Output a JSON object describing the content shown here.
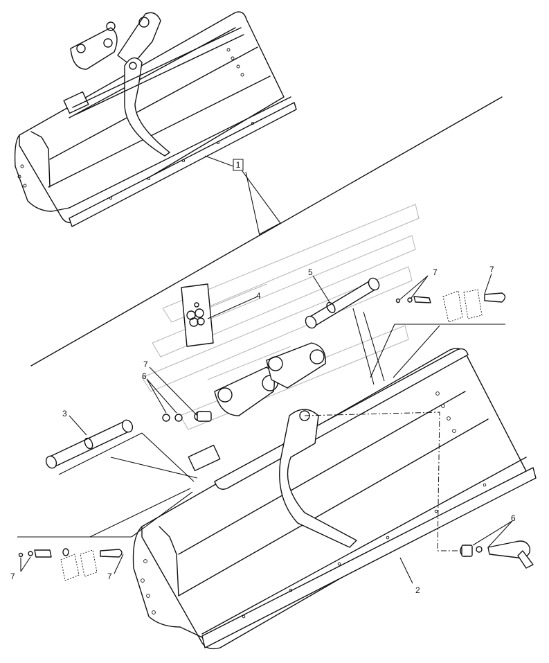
{
  "diagram": {
    "callouts": {
      "assembly": "1",
      "bucket": "2",
      "pin_left": "3",
      "seal_kit": "4",
      "pin_top": "5",
      "washer_right": "6",
      "washer_left": "6",
      "clip_top_right_a": "7",
      "clip_top_right_b": "7",
      "clip_mid": "7",
      "clip_bottom_left_a": "7",
      "clip_bottom_left_b": "7"
    }
  }
}
